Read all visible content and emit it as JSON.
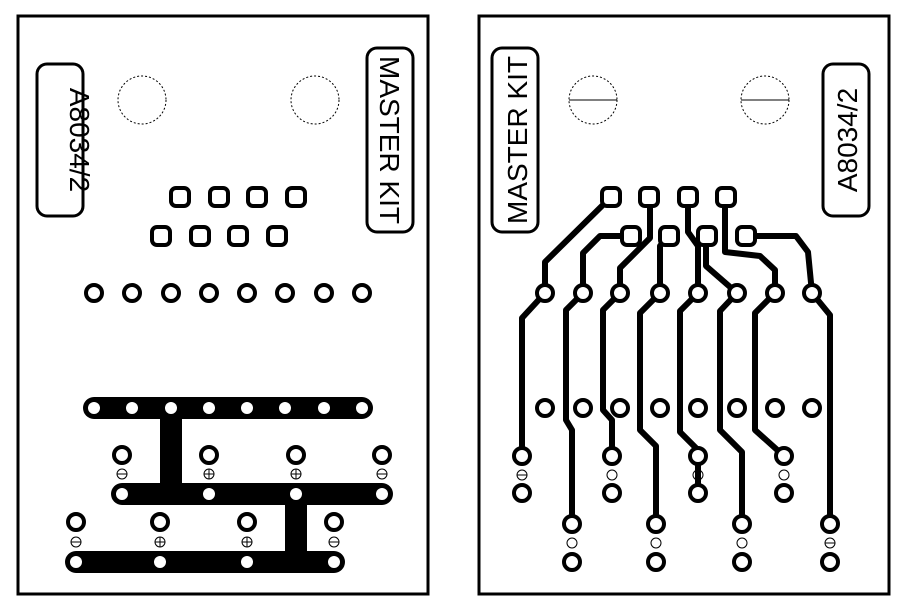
{
  "boards": {
    "left": {
      "code_label": "A8034/2",
      "brand_label": "MASTER KIT"
    },
    "right": {
      "code_label": "A8034/2",
      "brand_label": "MASTER KIT"
    }
  },
  "colors": {
    "ink": "#000000",
    "paper": "#ffffff"
  }
}
